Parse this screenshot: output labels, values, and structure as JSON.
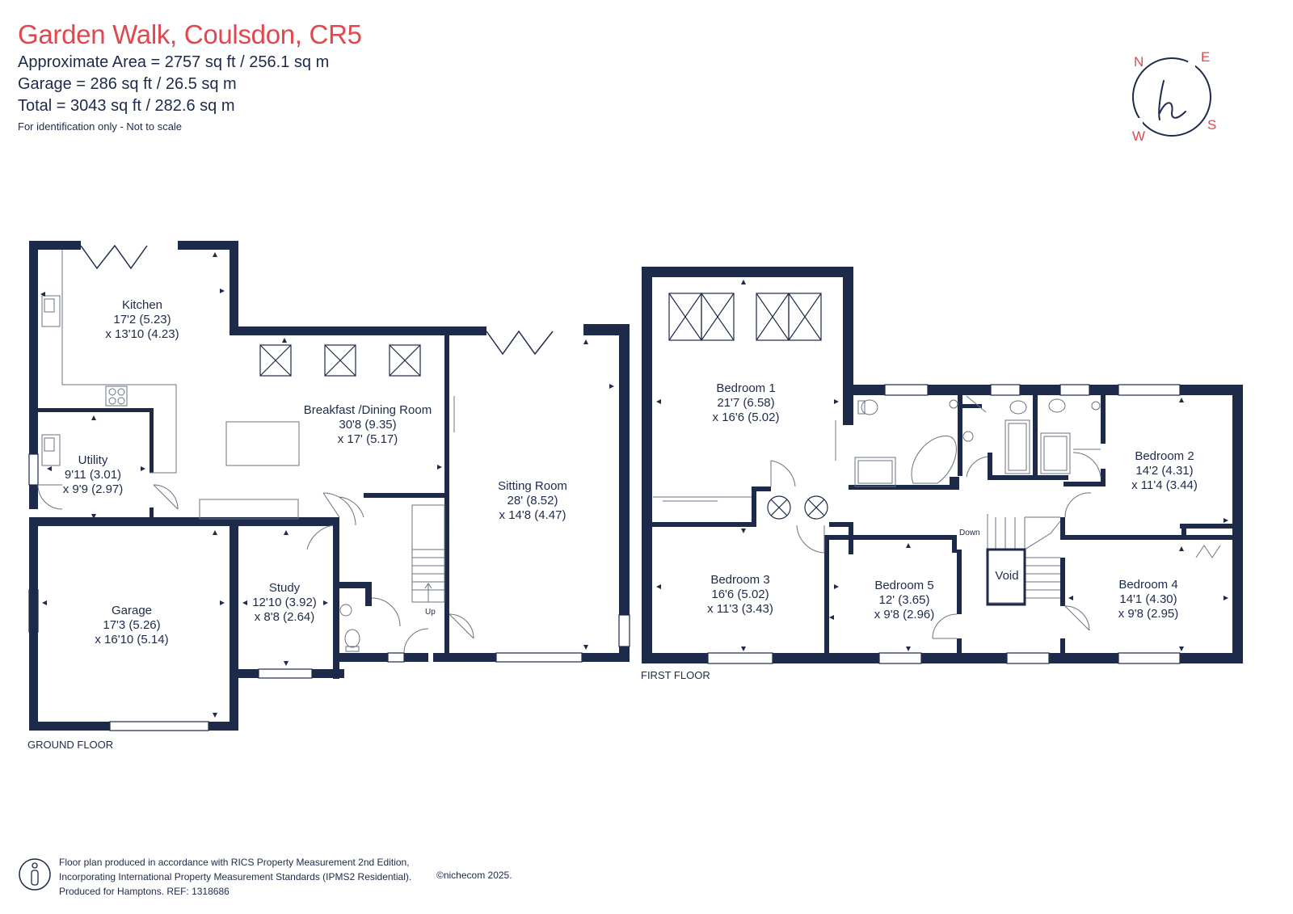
{
  "header": {
    "title": "Garden Walk, Coulsdon, CR5",
    "approx_area": "Approximate Area = 2757 sq ft / 256.1 sq m",
    "garage_area": "Garage = 286 sq ft / 26.5 sq m",
    "total_area": "Total = 3043 sq ft / 282.6 sq m",
    "disclaimer": "For identification only - Not to scale"
  },
  "compass": {
    "n": "N",
    "e": "E",
    "s": "S",
    "w": "W",
    "logo": "h"
  },
  "colors": {
    "wall": "#1e2a4a",
    "accent": "#e0484f",
    "fixture": "#6a7280"
  },
  "ground_floor": {
    "label": "GROUND FLOOR",
    "rooms": {
      "kitchen": {
        "name": "Kitchen",
        "dim1": "17'2 (5.23)",
        "dim2": "x 13'10 (4.23)"
      },
      "breakfast": {
        "name": "Breakfast /Dining Room",
        "dim1": "30'8 (9.35)",
        "dim2": "x 17' (5.17)"
      },
      "sitting": {
        "name": "Sitting Room",
        "dim1": "28' (8.52)",
        "dim2": "x 14'8 (4.47)"
      },
      "utility": {
        "name": "Utility",
        "dim1": "9'11 (3.01)",
        "dim2": "x 9'9 (2.97)"
      },
      "garage": {
        "name": "Garage",
        "dim1": "17'3 (5.26)",
        "dim2": "x 16'10 (5.14)"
      },
      "study": {
        "name": "Study",
        "dim1": "12'10 (3.92)",
        "dim2": "x 8'8 (2.64)"
      }
    },
    "stairs_label": "Up"
  },
  "first_floor": {
    "label": "FIRST FLOOR",
    "rooms": {
      "bed1": {
        "name": "Bedroom 1",
        "dim1": "21'7 (6.58)",
        "dim2": "x 16'6 (5.02)"
      },
      "bed2": {
        "name": "Bedroom 2",
        "dim1": "14'2 (4.31)",
        "dim2": "x 11'4 (3.44)"
      },
      "bed3": {
        "name": "Bedroom 3",
        "dim1": "16'6 (5.02)",
        "dim2": "x 11'3 (3.43)"
      },
      "bed4": {
        "name": "Bedroom 4",
        "dim1": "14'1 (4.30)",
        "dim2": "x 9'8 (2.95)"
      },
      "bed5": {
        "name": "Bedroom 5",
        "dim1": "12' (3.65)",
        "dim2": "x 9'8 (2.96)"
      }
    },
    "void_label": "Void",
    "stairs_label": "Down"
  },
  "footer": {
    "line1": "Floor plan produced in accordance with RICS Property Measurement 2nd Edition,",
    "line2": "Incorporating International Property Measurement Standards (IPMS2 Residential).",
    "line3": "Produced for Hamptons.  REF:  1318686",
    "copyright": "©nichecom 2025."
  }
}
